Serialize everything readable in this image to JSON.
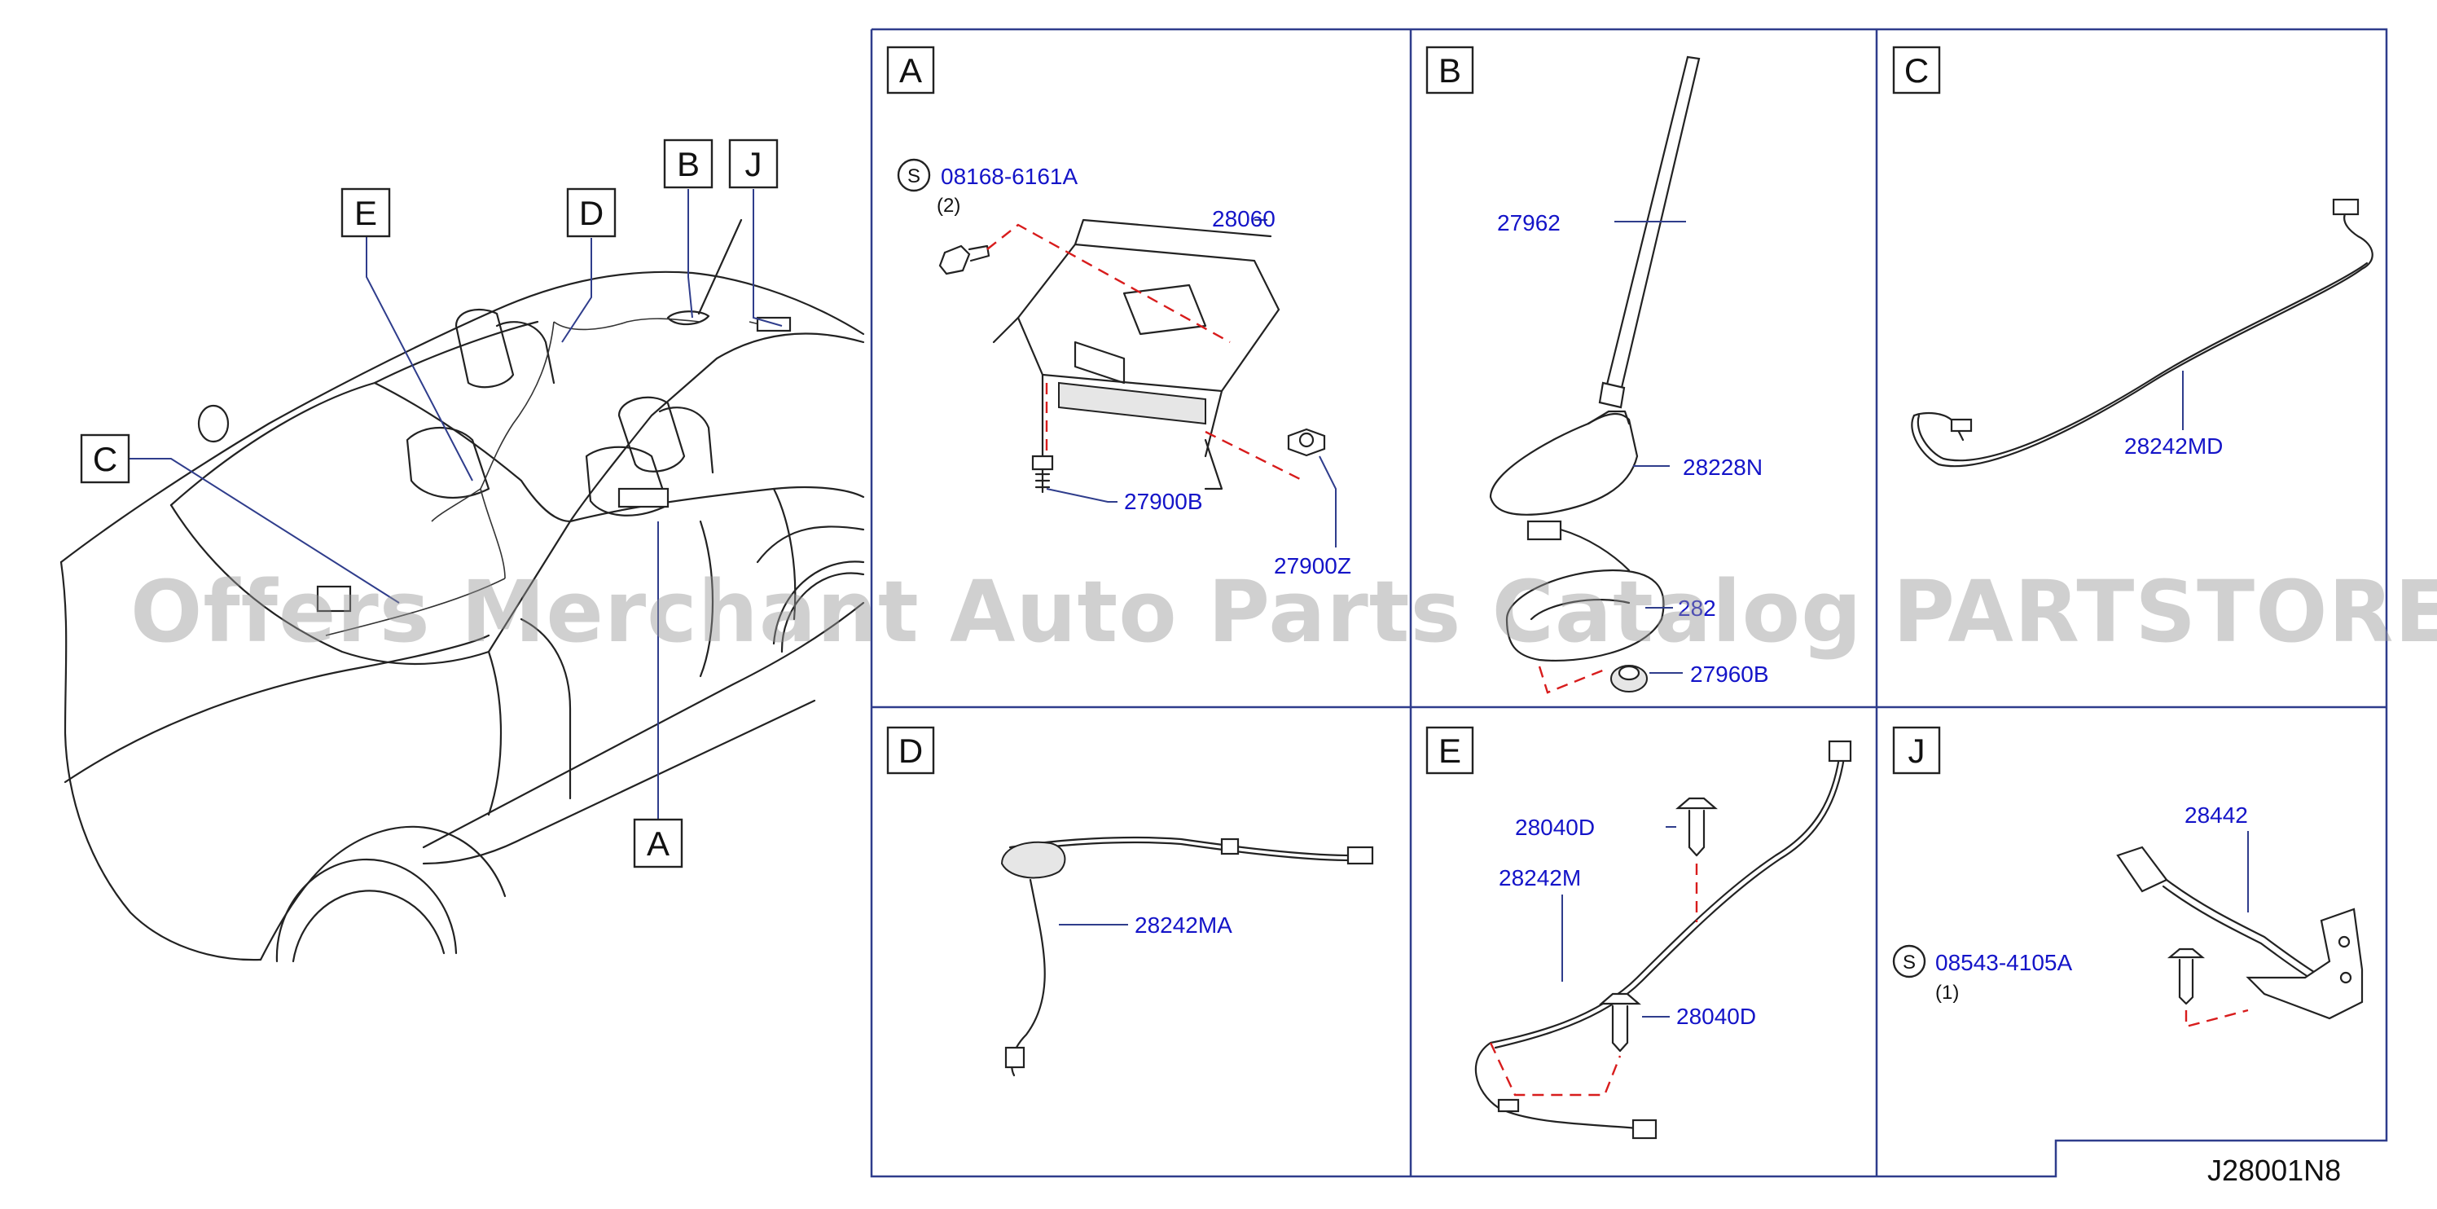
{
  "callouts": {
    "A": "A",
    "B": "B",
    "C": "C",
    "D": "D",
    "E": "E",
    "J": "J"
  },
  "panels": {
    "A": {
      "label": "A",
      "parts": [
        "08168-6161A",
        "(2)",
        "28060",
        "27900B",
        "27900Z"
      ],
      "std_symbol": "S"
    },
    "B": {
      "label": "B",
      "parts": [
        "27962",
        "28228N",
        "282",
        "27960B"
      ]
    },
    "C": {
      "label": "C",
      "parts": [
        "28242MD"
      ]
    },
    "D": {
      "label": "D",
      "parts": [
        "28242MA"
      ]
    },
    "E": {
      "label": "E",
      "parts": [
        "28040D",
        "28242M",
        "28040D"
      ]
    },
    "J": {
      "label": "J",
      "parts": [
        "28442",
        "08543-4105A",
        "(1)"
      ],
      "std_symbol": "S"
    }
  },
  "watermark": "Offers Merchant Auto Parts Catalog PARTSTORE.SA",
  "footer_code": "J28001N8",
  "colors": {
    "part_number": "#1414c8",
    "frame": "#2f3d8c",
    "dashed": "#d81c1c",
    "line": "#222222"
  }
}
